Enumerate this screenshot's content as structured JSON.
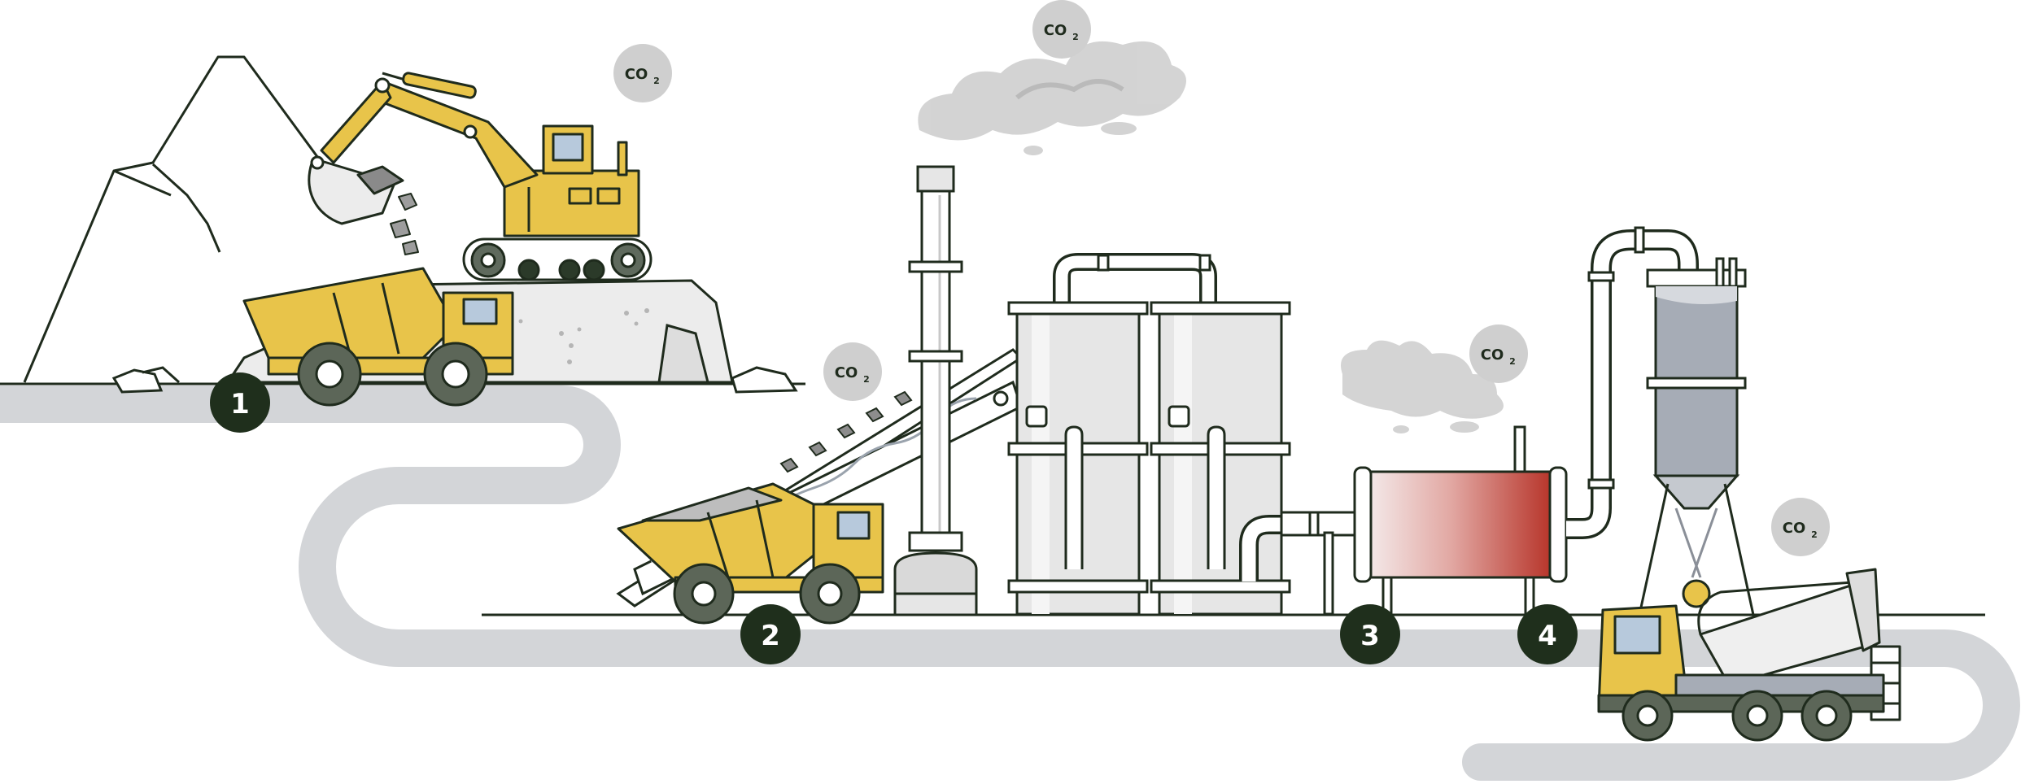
{
  "steps": [
    {
      "number": "1"
    },
    {
      "number": "2"
    },
    {
      "number": "3"
    },
    {
      "number": "4"
    }
  ],
  "emissions": [
    {
      "label": "CO",
      "sub": "2"
    },
    {
      "label": "CO",
      "sub": "2"
    },
    {
      "label": "CO",
      "sub": "2"
    },
    {
      "label": "CO",
      "sub": "2"
    },
    {
      "label": "CO",
      "sub": "2"
    }
  ],
  "colors": {
    "outline": "#1f2b1d",
    "machine_yellow": "#e8c44a",
    "road_gray": "#d3d5d8",
    "badge_green": "#1f2f1c",
    "steel_light": "#e6e6e6",
    "steel_blue": "#a6acb6",
    "kiln_red": "#b9352b",
    "smoke": "#cfcfcf"
  }
}
